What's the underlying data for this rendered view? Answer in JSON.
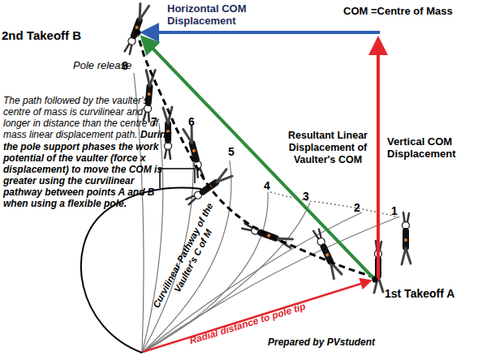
{
  "diagram": {
    "labels": [
      "Horizontal COM Displacement",
      "COM =Centre of Mass",
      "2nd Takeoff B",
      "Pole release",
      "8",
      "7",
      "6",
      "5",
      "4",
      "3",
      "2",
      "1",
      "The path followed by the vaulter's centre of mass is curvilinear and longer in distance than the centre of mass linear displacement path.",
      "During the pole support phases the work potential of the vaulter (force x displacement) to move the COM is greater using the curvilinear pathway between points A and B when using a flexible pole.",
      "Resultant Linear Displacement of Vaulter's COM",
      "Vertical COM Displacement",
      "Curvilinear Pathway of the Vaulter's C of M",
      "Radial distance to pole tip",
      "1st Takeoff A",
      "Prepared by PVstudent"
    ]
  }
}
